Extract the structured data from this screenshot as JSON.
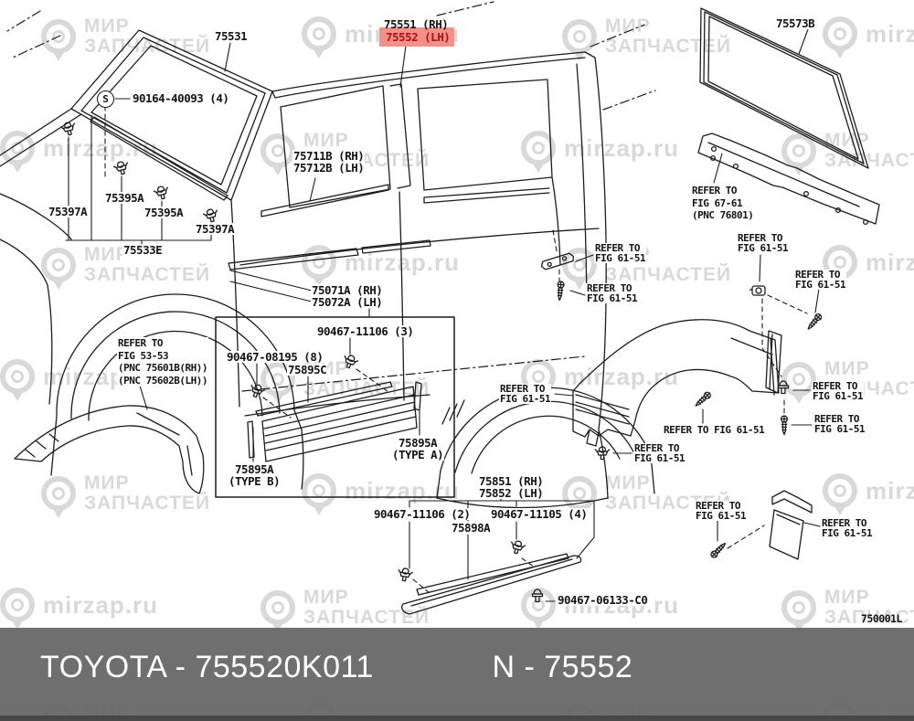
{
  "watermark": {
    "brand_top": "МИР",
    "brand_bottom": "ЗАПЧАСТЕЙ",
    "site": "mirzap.ru",
    "color": "#d9d9d9"
  },
  "footer": {
    "catalog_text": "TOYOTA - 755520K011",
    "part_text": "N - 75552",
    "bg": "#676767",
    "text_color": "#ffffff"
  },
  "diagram": {
    "code": "750001L",
    "s_marker": "S",
    "highlight": {
      "bg": "#f2908a",
      "fg": "#b01010"
    },
    "labels": [
      {
        "id": "p75531",
        "kind": "part",
        "lines": [
          "75531"
        ]
      },
      {
        "id": "p75551",
        "kind": "part-onhl",
        "lines": [
          "75551 (RH)"
        ]
      },
      {
        "id": "p75552",
        "kind": "part-red",
        "lines": [
          "75552 (LH)"
        ]
      },
      {
        "id": "p90164",
        "kind": "part",
        "lines": [
          "90164-40093 (4)"
        ]
      },
      {
        "id": "p75397A_1",
        "kind": "part",
        "lines": [
          "75397A"
        ]
      },
      {
        "id": "p75395A_1",
        "kind": "part",
        "lines": [
          "75395A"
        ]
      },
      {
        "id": "p75395A_2",
        "kind": "part",
        "lines": [
          "75395A"
        ]
      },
      {
        "id": "p75397A_2",
        "kind": "part",
        "lines": [
          "75397A"
        ]
      },
      {
        "id": "p75533E",
        "kind": "part",
        "lines": [
          "75533E"
        ]
      },
      {
        "id": "p75711B",
        "kind": "part",
        "lines": [
          "75711B (RH)",
          "75712B (LH)"
        ]
      },
      {
        "id": "p75573B",
        "kind": "part",
        "lines": [
          "75573B"
        ]
      },
      {
        "id": "r_fig6761",
        "kind": "refer lh14",
        "lines": [
          "REFER TO",
          "FIG 67-61",
          "(PNC 76801)"
        ]
      },
      {
        "id": "r_fig5353",
        "kind": "refer lh14",
        "lines": [
          "REFER TO",
          "FIG 53-53",
          "(PNC 75601B(RH))",
          "(PNC 75602B(LH))"
        ]
      },
      {
        "id": "p75071A",
        "kind": "part",
        "lines": [
          "75071A (RH)",
          "75072A (LH)"
        ]
      },
      {
        "id": "p90467_11106_3",
        "kind": "part",
        "lines": [
          "90467-11106 (3)"
        ]
      },
      {
        "id": "p90467_08195",
        "kind": "part",
        "lines": [
          "90467-08195 (8)"
        ]
      },
      {
        "id": "p75895C",
        "kind": "part",
        "lines": [
          "75895C"
        ]
      },
      {
        "id": "p75895A_A",
        "kind": "part ctr",
        "lines": [
          "75895A",
          "(TYPE A)"
        ]
      },
      {
        "id": "p75895A_B",
        "kind": "part ctr",
        "lines": [
          "75895A",
          "(TYPE B)"
        ]
      },
      {
        "id": "p75851",
        "kind": "part",
        "lines": [
          "75851 (RH)",
          "75852 (LH)"
        ]
      },
      {
        "id": "p90467_11106_2",
        "kind": "part",
        "lines": [
          "90467-11106 (2)"
        ]
      },
      {
        "id": "p90467_11105_4",
        "kind": "part",
        "lines": [
          "90467-11105 (4)"
        ]
      },
      {
        "id": "p75898A",
        "kind": "part",
        "lines": [
          "75898A"
        ]
      },
      {
        "id": "p90467_06133",
        "kind": "part",
        "lines": [
          "90467-06133-C0"
        ]
      },
      {
        "id": "r1",
        "kind": "refer",
        "lines": [
          "REFER TO",
          "FIG 61-51"
        ]
      },
      {
        "id": "r2",
        "kind": "refer",
        "lines": [
          "REFER TO",
          "FIG 61-51"
        ]
      },
      {
        "id": "r3",
        "kind": "refer",
        "lines": [
          "REFER TO",
          "FIG 61-51"
        ]
      },
      {
        "id": "r4",
        "kind": "refer",
        "lines": [
          "REFER TO",
          "FIG 61-51"
        ]
      },
      {
        "id": "r5",
        "kind": "refer",
        "lines": [
          "REFER TO",
          "FIG 61-51"
        ]
      },
      {
        "id": "r6",
        "kind": "refer",
        "lines": [
          "REFER TO FIG 61-51"
        ]
      },
      {
        "id": "r7",
        "kind": "refer",
        "lines": [
          "REFER TO",
          "FIG 61-51"
        ]
      },
      {
        "id": "r8",
        "kind": "refer",
        "lines": [
          "REFER TO",
          "FIG 61-51"
        ]
      },
      {
        "id": "r9",
        "kind": "refer",
        "lines": [
          "REFER TO",
          "FIG 61-51"
        ]
      },
      {
        "id": "r12",
        "kind": "refer",
        "lines": [
          "REFER TO",
          "FIG 61-51"
        ]
      },
      {
        "id": "r13",
        "kind": "refer",
        "lines": [
          "REFER TO",
          "FIG 61-51"
        ]
      },
      {
        "id": "pcode",
        "kind": "code",
        "lines": [
          "750001L"
        ]
      }
    ]
  }
}
